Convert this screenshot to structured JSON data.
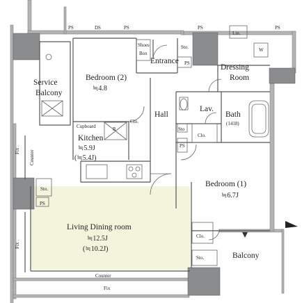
{
  "plan": {
    "colors": {
      "wall": "#b4b4b4",
      "column": "#8a8c8e",
      "line": "#555555",
      "living_fill": "#f4f4dc",
      "label_fill": "#dcdcdc"
    },
    "rooms": {
      "bedroom2": {
        "name": "Bedroom (2)",
        "area": "≒4.8"
      },
      "bedroom1": {
        "name": "Bedroom (1)",
        "area": "≒6.7J"
      },
      "kitchen": {
        "name": "Kitchen",
        "area": "≒5.9J",
        "area_alt": "(≒5.4J)"
      },
      "living": {
        "name": "Living Dining room",
        "area": "≒12.5J",
        "area_alt": "(≒10.2J)"
      },
      "service_balcony": {
        "name_line1": "Service",
        "name_line2": "Balcony"
      },
      "dressing": {
        "name_line1": "Dressing",
        "name_line2": "Room"
      },
      "bath": {
        "name": "Bath",
        "size": "(1418)"
      },
      "hall": "Hall",
      "lav": "Lav.",
      "entrance": "Entrance",
      "balcony": "Balcony"
    },
    "labels": {
      "ps": "PS",
      "ds": "DS",
      "sto": "Sto.",
      "sto_short": "Sto",
      "clo": "Clo.",
      "lin": "Lin.",
      "shoes": "Shoes",
      "box": "Box",
      "cupboard": "Cupboard",
      "counter": "Counter",
      "fix": "Fix",
      "r": "R",
      "w": "W"
    }
  }
}
